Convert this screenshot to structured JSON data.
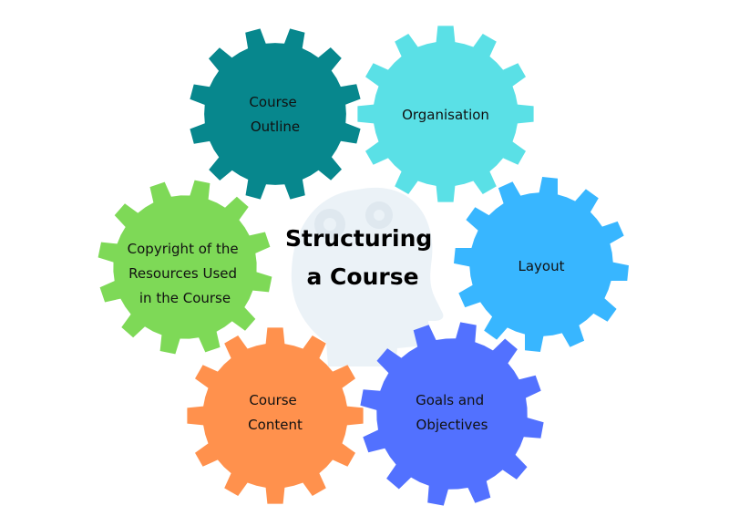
{
  "title_lines": [
    "Structuring",
    "a Course"
  ],
  "head_icon": "head-with-gears-icon",
  "gears": [
    {
      "id": "course-outline",
      "lines": [
        "Course",
        "Outline"
      ],
      "color": "#07878d"
    },
    {
      "id": "organisation",
      "lines": [
        "Organisation"
      ],
      "color": "#5ae0e6"
    },
    {
      "id": "copyright",
      "lines": [
        "Copyright of the",
        "Resources Used",
        "in the Course"
      ],
      "color": "#7ed957"
    },
    {
      "id": "layout",
      "lines": [
        "Layout"
      ],
      "color": "#38b6ff"
    },
    {
      "id": "course-content",
      "lines": [
        "Course",
        "Content"
      ],
      "color": "#ff914d"
    },
    {
      "id": "goals",
      "lines": [
        "Goals and",
        "Objectives"
      ],
      "color": "#5271ff"
    }
  ]
}
